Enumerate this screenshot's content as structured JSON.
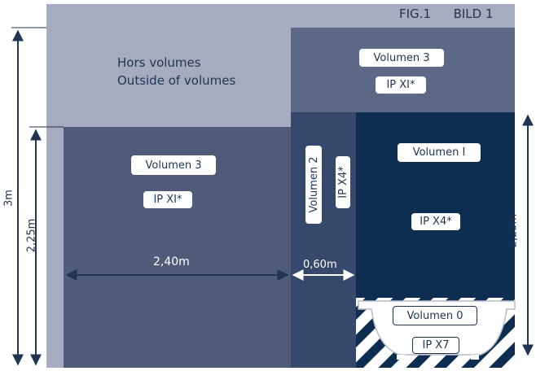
{
  "figure": {
    "label": "FIG.1",
    "label_alt": "BILD 1"
  },
  "zones": {
    "outside": {
      "line1": "Hors volumes",
      "line2": "Outside of volumes"
    },
    "vol3_top": {
      "name": "Volumen 3",
      "ip": "IP XI*"
    },
    "vol3_left": {
      "name": "Volumen 3",
      "ip": "IP XI*"
    },
    "vol2": {
      "name": "Volumen 2",
      "ip": "IP X4*"
    },
    "vol1": {
      "name": "Volumen I",
      "ip": "IP X4*"
    },
    "vol0": {
      "name": "Volumen 0",
      "ip": "IP X7"
    }
  },
  "dimensions": {
    "total_height": "3m",
    "left_height": "2,25m",
    "right_height": "2,25m",
    "width_main": "2,40m",
    "width_vol2": "0,60m"
  },
  "colors": {
    "outside": "#a6abbf",
    "vol3": "#5c6886",
    "vol3_left": "#4f5b78",
    "vol2": "#36496c",
    "vol1": "#0d2e50",
    "tub_hatch": "#0d2e50",
    "dimension": "#1f3550"
  }
}
